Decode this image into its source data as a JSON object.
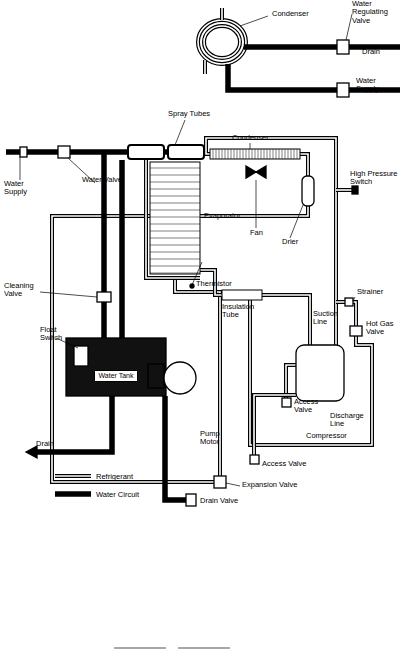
{
  "diagram": {
    "nodes": [
      {
        "text": [
          "Water Tank"
        ]
      }
    ],
    "labels": [
      "Condenser",
      "Water Regulating Valve",
      "Drain",
      "Water Supply",
      "Spray Tubes",
      "Condenser",
      "High Pressure Switch",
      "Water Supply",
      "Water Valve",
      "Evaporator",
      "Fan",
      "Drier",
      "Cleaning Valve",
      "Thermistor",
      "Insulation Tube",
      "Suction Line",
      "Strainer",
      "Float Switch",
      "Hot Gas Valve",
      "Access Valve",
      "Discharge Line",
      "Compressor",
      "Pump Motor",
      "Drain",
      "Access Valve",
      "Expansion Valve",
      "Drain Valve"
    ],
    "legend": [
      {
        "text": "Refrigerant"
      },
      {
        "text": "Water Circuit"
      }
    ]
  }
}
